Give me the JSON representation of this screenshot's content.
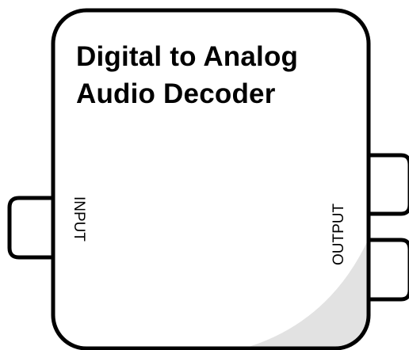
{
  "device": {
    "title_line1": "Digital to Analog",
    "title_line2": "Audio Decoder",
    "input_label": "INPUT",
    "output_label": "OUTPUT"
  },
  "colors": {
    "outline": "#000000",
    "body_fill": "#ffffff",
    "shade": "#e2e2e2"
  }
}
